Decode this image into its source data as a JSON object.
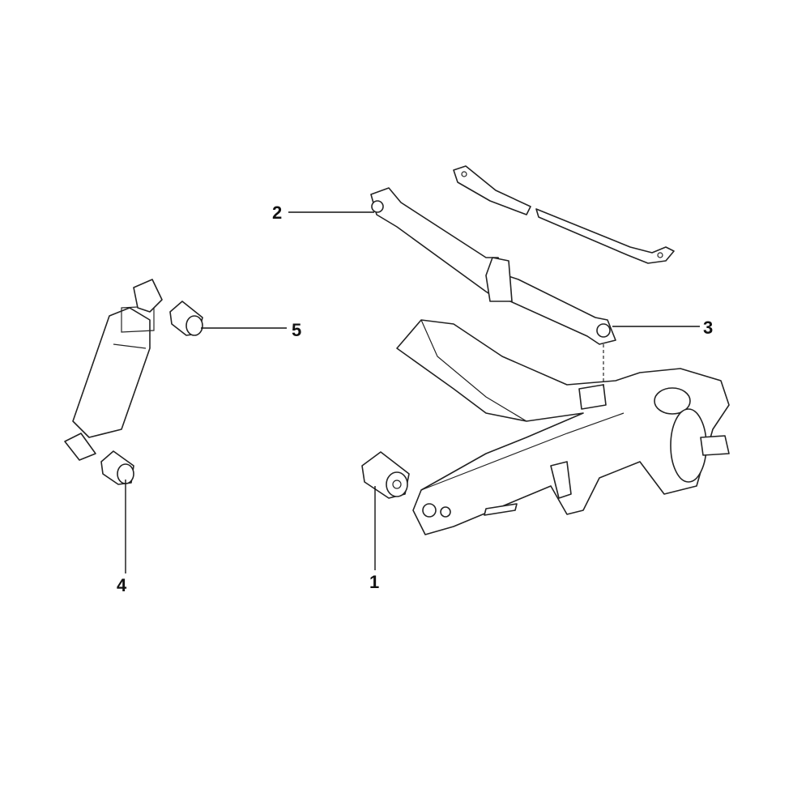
{
  "diagram": {
    "callouts": [
      {
        "label": "1",
        "part": "trailing-arm-bushing"
      },
      {
        "label": "2",
        "part": "upper-control-arm-front-bushing"
      },
      {
        "label": "3",
        "part": "upper-control-arm-rear-bushing"
      },
      {
        "label": "4",
        "part": "shock-absorber-lower-bushing"
      },
      {
        "label": "5",
        "part": "shock-absorber-upper-bushing"
      }
    ]
  }
}
